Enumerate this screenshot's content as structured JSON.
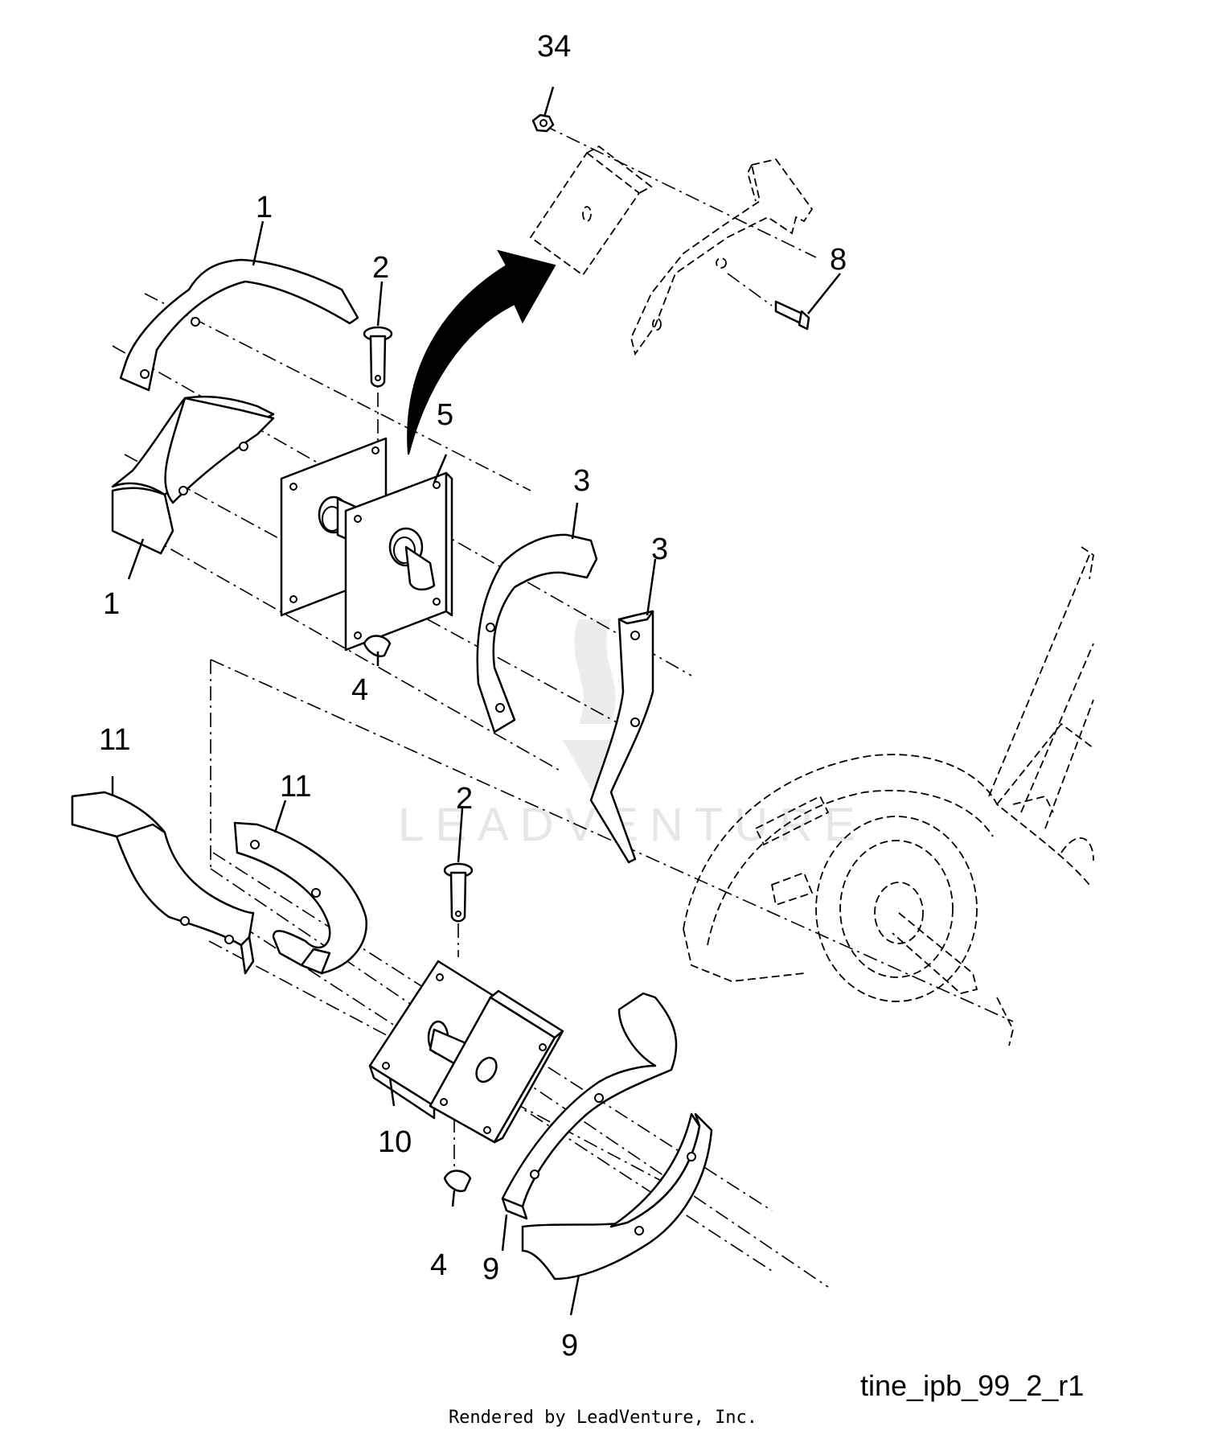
{
  "callouts": [
    {
      "id": "c34",
      "text": "34"
    },
    {
      "id": "c8",
      "text": "8"
    },
    {
      "id": "c1a",
      "text": "1"
    },
    {
      "id": "c2a",
      "text": "2"
    },
    {
      "id": "c5",
      "text": "5"
    },
    {
      "id": "c1b",
      "text": "1"
    },
    {
      "id": "c3a",
      "text": "3"
    },
    {
      "id": "c3b",
      "text": "3"
    },
    {
      "id": "c4a",
      "text": "4"
    },
    {
      "id": "c11a",
      "text": "11"
    },
    {
      "id": "c11b",
      "text": "11"
    },
    {
      "id": "c2b",
      "text": "2"
    },
    {
      "id": "c10",
      "text": "10"
    },
    {
      "id": "c4b",
      "text": "4"
    },
    {
      "id": "c9a",
      "text": "9"
    },
    {
      "id": "c9b",
      "text": "9"
    }
  ],
  "figure_code": "tine_ipb_99_2_r1",
  "credit": "Rendered by LeadVenture, Inc.",
  "watermark": "LEADVENTURE"
}
